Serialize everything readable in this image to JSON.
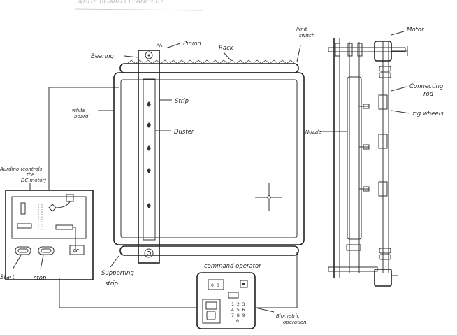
{
  "header": {
    "title_faded": "WHITE BOARD CLEANER BY"
  },
  "labels": {
    "bearing": "Bearing",
    "pinion": "Pinion",
    "rack": "Rack",
    "limit_switch_1": "limit",
    "limit_switch_2": "switch",
    "motor": "Motor",
    "strip": "Strip",
    "duster": "Duster",
    "white_board_1": "white",
    "white_board_2": "board",
    "nozzle": "Nozzle",
    "connecting_rod_1": "Connecting",
    "connecting_rod_2": "rod",
    "zig_wheels": "zig wheels",
    "arduino_1": "Aurdino (controls",
    "arduino_2": "the",
    "arduino_3": "DC motor)",
    "start": "Start",
    "stop": "stop",
    "ac": "AC",
    "supporting_strip_1": "Supporting",
    "supporting_strip_2": "strip",
    "command_operator": "command operator",
    "biometric_1": "Biometric",
    "biometric_2": "operation"
  },
  "keypad": {
    "display": "0 0",
    "row1": "1 2 3",
    "row2": "4 5 6",
    "row3": "7 8 9",
    "row4": "0"
  }
}
